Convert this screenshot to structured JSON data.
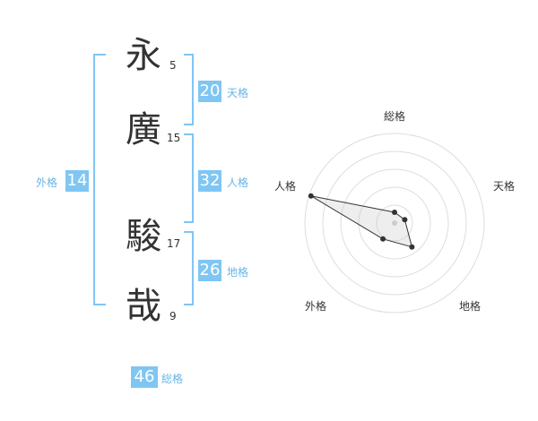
{
  "characters": [
    {
      "char": "永",
      "strokes": "5"
    },
    {
      "char": "廣",
      "strokes": "15"
    },
    {
      "char": "駿",
      "strokes": "17"
    },
    {
      "char": "哉",
      "strokes": "9"
    }
  ],
  "fortunes": {
    "ten": {
      "value": "20",
      "label": "天格"
    },
    "jin": {
      "value": "32",
      "label": "人格"
    },
    "chi": {
      "value": "26",
      "label": "地格"
    },
    "gai": {
      "value": "14",
      "label": "外格"
    },
    "sou": {
      "value": "46",
      "label": "総格"
    }
  },
  "colors": {
    "accent": "#7fc6f3",
    "bracket": "#7fc6f3"
  },
  "radar": {
    "axes": [
      "総格",
      "天格",
      "地格",
      "外格",
      "人格"
    ],
    "point_fractions": [
      0.12,
      0.12,
      0.33,
      0.22,
      0.98
    ],
    "rings": 5
  }
}
